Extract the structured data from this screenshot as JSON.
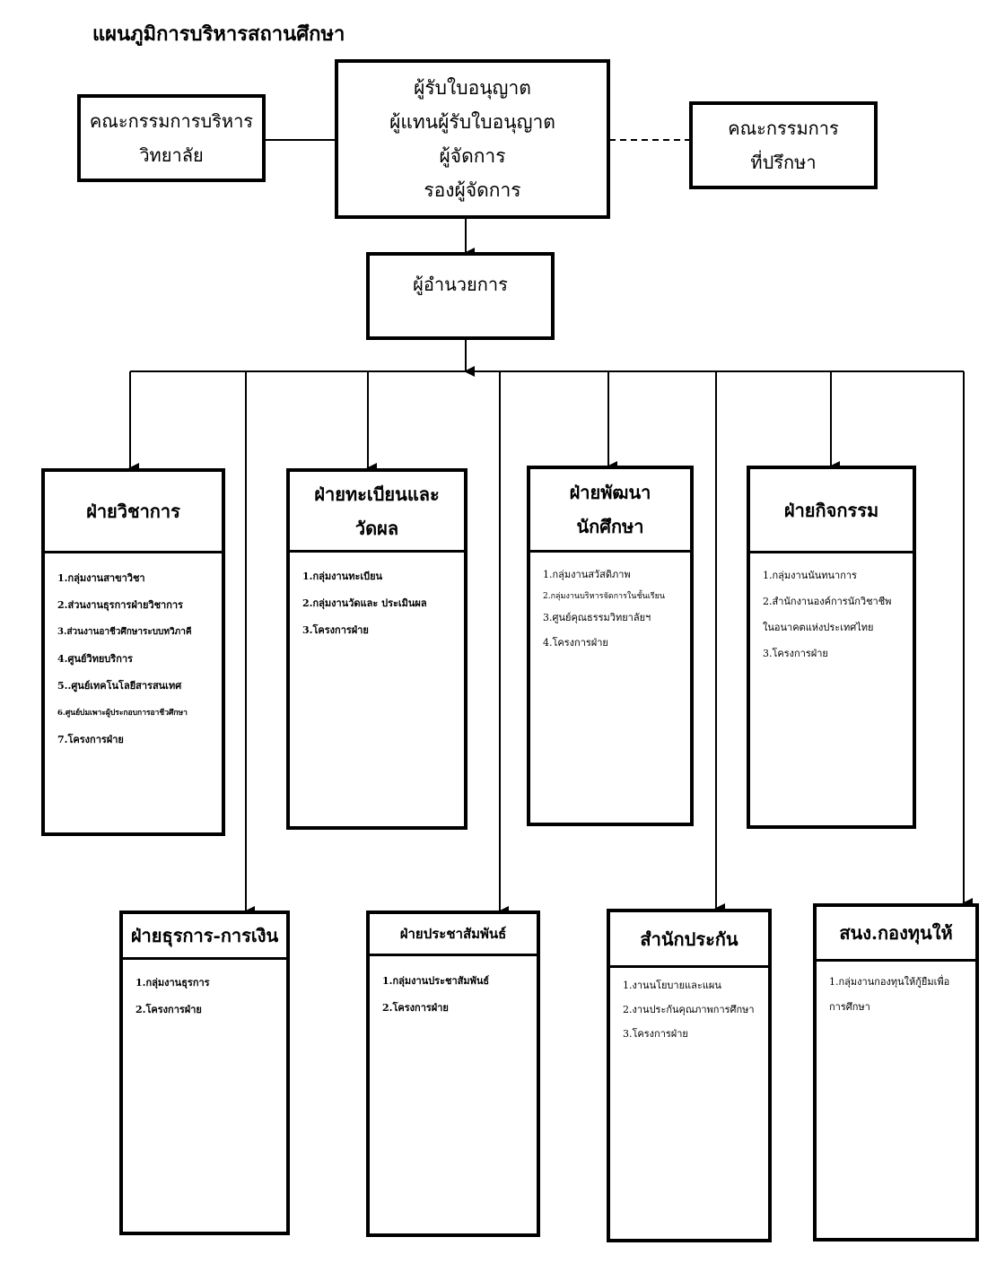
{
  "page_title": "แผนภูมิการบริหารสถานศึกษา",
  "top": {
    "left_board": [
      "คณะกรรมการบริหาร",
      "วิทยาลัย"
    ],
    "license": [
      "ผู้รับใบอนุญาต",
      "ผู้แทนผู้รับใบอนุญาต",
      "ผู้จัดการ",
      "รองผู้จัดการ"
    ],
    "advisory": [
      "คณะกรรมการ",
      "ที่ปรึกษา"
    ]
  },
  "director": "ผู้อำนวยการ",
  "row1": [
    {
      "title": [
        "ฝ่ายวิชาการ"
      ],
      "items": [
        "1.กลุ่มงานสาขาวิชา",
        "2.ส่วนงานธุรการฝ่ายวิชาการ",
        "3.ส่วนงานอาชีวศึกษาระบบทวิภาคี",
        "4.ศูนย์วิทยบริการ",
        "5..ศูนย์เทคโนโลยีสารสนเทศ",
        "6.ศูนย์บ่มเพาะผู้ประกอบการอาชีวศึกษา",
        "7.โครงการฝ่าย"
      ]
    },
    {
      "title": [
        "ฝ่ายทะเบียนและ",
        "วัดผล"
      ],
      "items": [
        "1.กลุ่มงานทะเบียน",
        "2.กลุ่มงานวัดและ ประเมินผล",
        "3.โครงการฝ่าย"
      ]
    },
    {
      "title": [
        "ฝ่ายพัฒนา",
        "นักศึกษา"
      ],
      "items": [
        "1.กลุ่มงานสวัสดิภาพ",
        "2.กลุ่มงานบริหารจัดการในชั้นเรียน",
        "3.ศูนย์คุณธรรมวิทยาลัยฯ",
        "4.โครงการฝ่าย"
      ]
    },
    {
      "title": [
        "ฝ่ายกิจกรรม"
      ],
      "items": [
        "1.กลุ่มงานนันทนาการ",
        "2.สำนักงานองค์การนักวิชาชีพ",
        "ในอนาคตแห่งประเทศไทย",
        "3.โครงการฝ่าย"
      ]
    }
  ],
  "row2": [
    {
      "title": [
        "ฝ่ายธุรการ-การเงิน"
      ],
      "items": [
        "1.กลุ่มงานธุรการ",
        "2.โครงการฝ่าย"
      ]
    },
    {
      "title": [
        "ฝ่ายประชาสัมพันธ์"
      ],
      "items": [
        "1.กลุ่มงานประชาสัมพันธ์",
        "2.โครงการฝ่าย"
      ]
    },
    {
      "title": [
        "สำนักประกัน"
      ],
      "items": [
        "1.งานนโยบายและแผน",
        "2.งานประกันคุณภาพการศึกษา",
        "3.โครงการฝ่าย"
      ]
    },
    {
      "title": [
        "สนง.กองทุนให้"
      ],
      "items": [
        "1.กลุ่มงานกองทุนให้กู้ยืมเพื่อ",
        "การศึกษา"
      ]
    }
  ]
}
